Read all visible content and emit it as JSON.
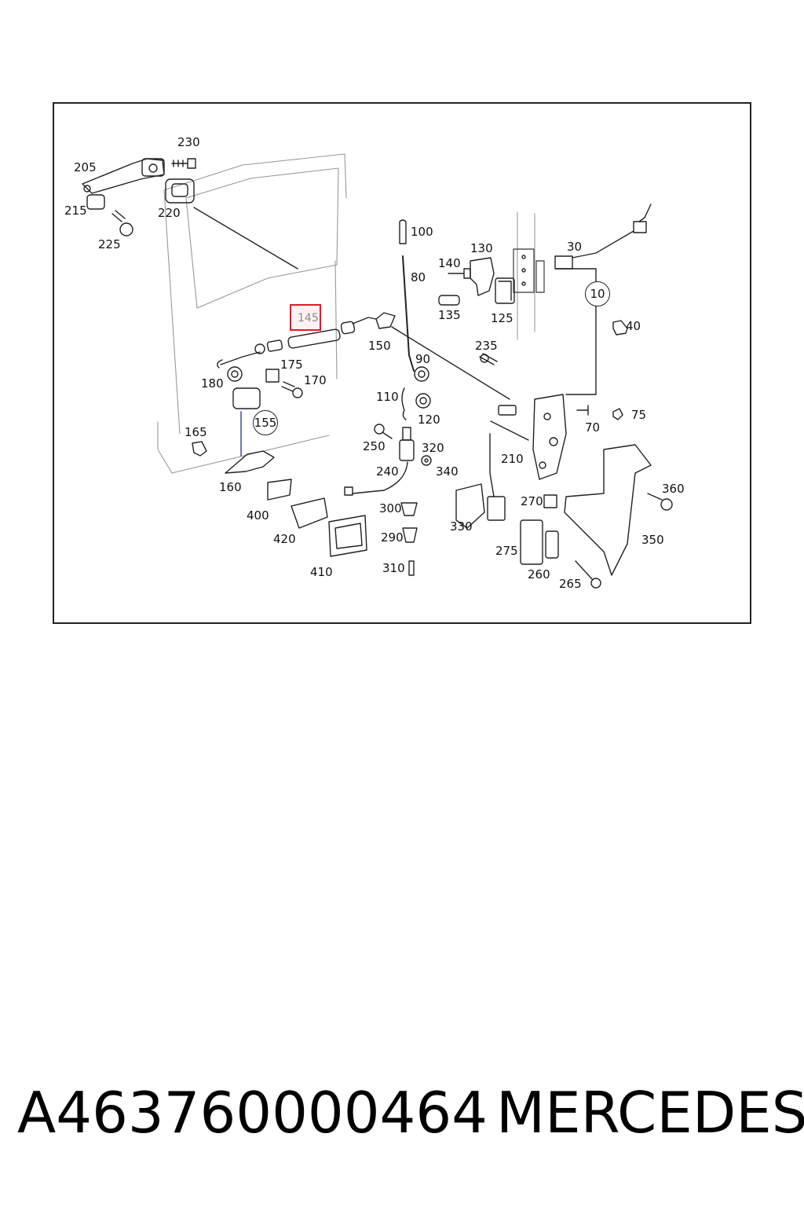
{
  "labels": {
    "l205": "205",
    "l230": "230",
    "l215": "215",
    "l220": "220",
    "l225": "225",
    "l100": "100",
    "l80": "80",
    "l140": "140",
    "l130": "130",
    "l135": "135",
    "l125": "125",
    "l30": "30",
    "l10": "10",
    "l40": "40",
    "l145": "145",
    "l150": "150",
    "l235": "235",
    "l90": "90",
    "l175": "175",
    "l170": "170",
    "l180": "180",
    "l110": "110",
    "l120": "120",
    "l70": "70",
    "l75": "75",
    "l165": "165",
    "l155": "155",
    "l250": "250",
    "l320": "320",
    "l210": "210",
    "l240": "240",
    "l340": "340",
    "l360": "360",
    "l160": "160",
    "l270": "270",
    "l300": "300",
    "l400": "400",
    "l330": "330",
    "l350": "350",
    "l420": "420",
    "l290": "290",
    "l275": "275",
    "l410": "410",
    "l310": "310",
    "l260": "260",
    "l265": "265"
  },
  "highlighted_part": "145",
  "colors": {
    "highlight": "#d8202a",
    "line": "#222222",
    "background": "#ffffff"
  },
  "caption": {
    "part_number": "A463760000464",
    "brand": "MERCEDES"
  }
}
